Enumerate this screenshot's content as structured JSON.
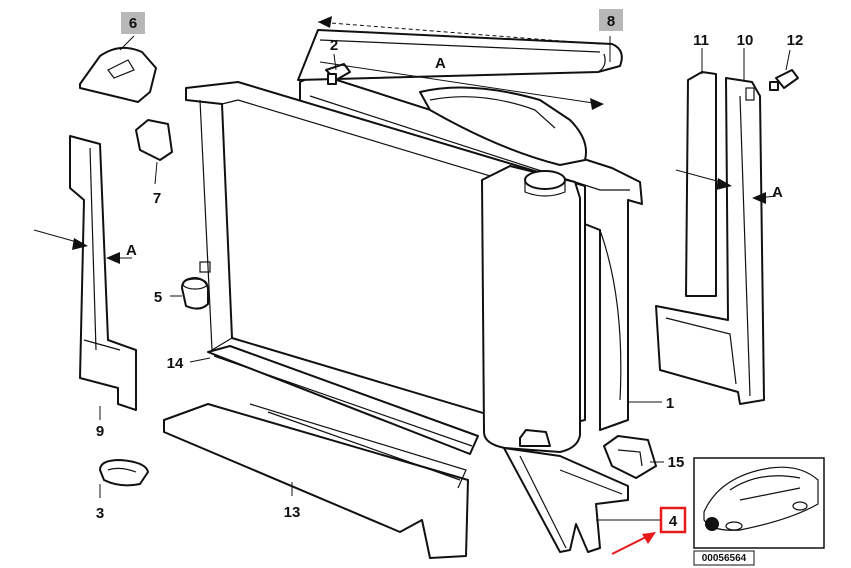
{
  "diagram": {
    "reference_number": "00056564",
    "direction_letter": "A",
    "colors": {
      "callout_highlight": "#b7b7b7",
      "selected_box": "#e8191b",
      "line": "#111111"
    },
    "callouts": [
      {
        "id": "1",
        "highlighted": false,
        "selected": false
      },
      {
        "id": "2",
        "highlighted": false,
        "selected": false
      },
      {
        "id": "3",
        "highlighted": false,
        "selected": false
      },
      {
        "id": "4",
        "highlighted": false,
        "selected": true
      },
      {
        "id": "5",
        "highlighted": false,
        "selected": false
      },
      {
        "id": "6",
        "highlighted": true,
        "selected": false
      },
      {
        "id": "7",
        "highlighted": false,
        "selected": false
      },
      {
        "id": "8",
        "highlighted": true,
        "selected": false
      },
      {
        "id": "9",
        "highlighted": false,
        "selected": false
      },
      {
        "id": "10",
        "highlighted": false,
        "selected": false
      },
      {
        "id": "11",
        "highlighted": false,
        "selected": false
      },
      {
        "id": "12",
        "highlighted": false,
        "selected": false
      },
      {
        "id": "13",
        "highlighted": false,
        "selected": false
      },
      {
        "id": "14",
        "highlighted": false,
        "selected": false
      },
      {
        "id": "15",
        "highlighted": false,
        "selected": false
      }
    ]
  }
}
